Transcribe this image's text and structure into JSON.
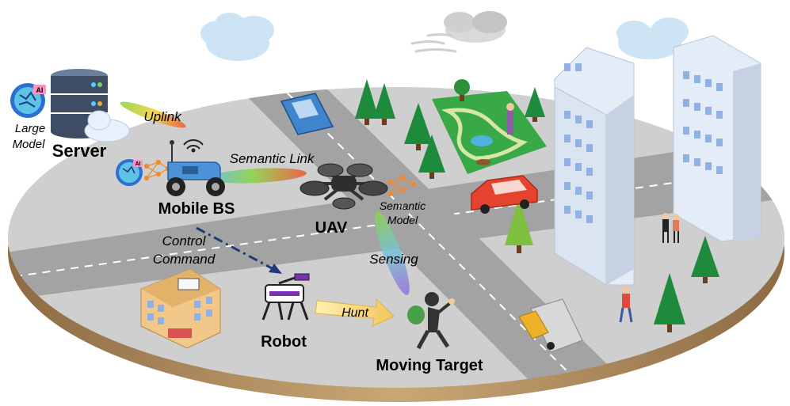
{
  "labels": {
    "large_model": [
      "Large",
      "Model"
    ],
    "server": "Server",
    "uplink": "Uplink",
    "semantic_link": "Semantic Link",
    "mobile_bs": "Mobile BS",
    "uav": "UAV",
    "semantic_model": [
      "Semantic",
      "Model"
    ],
    "control_command": [
      "Control",
      "Command"
    ],
    "sensing": "Sensing",
    "hunt": "Hunt",
    "robot": "Robot",
    "moving_target": "Moving Target",
    "ai_badge": "AI"
  },
  "colors": {
    "ground": "#cfcfcf",
    "rim": "#a5835a",
    "road": "#9e9e9e",
    "building": "#e4ecf7",
    "window": "#8fb1e3",
    "car_blue": "#3f84cc",
    "car_red": "#e5432e",
    "tree": "#1e8a3c",
    "bs_blue": "#4b92d8",
    "command_arrow": "#1f3a78"
  }
}
